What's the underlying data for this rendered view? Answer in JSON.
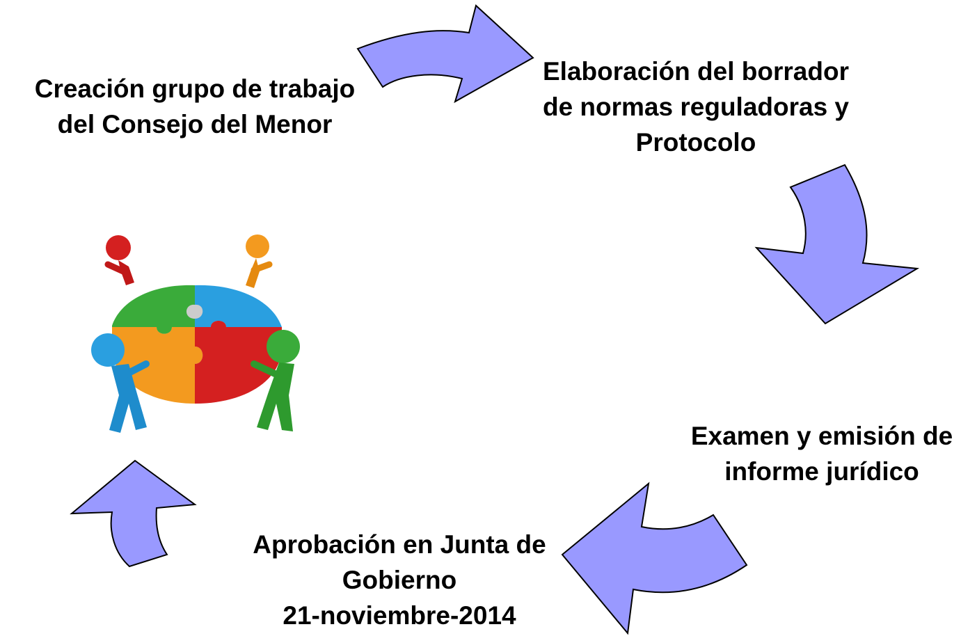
{
  "diagram": {
    "steps": [
      {
        "id": "s1",
        "lines": [
          "Creación grupo de trabajo",
          "del Consejo del Menor"
        ]
      },
      {
        "id": "s2",
        "lines": [
          "Elaboración del borrador",
          "de normas reguladoras y",
          "Protocolo"
        ]
      },
      {
        "id": "s3",
        "lines": [
          "Examen y emisión de",
          "informe jurídico"
        ]
      },
      {
        "id": "s4",
        "lines": [
          "Aprobación en Junta de",
          "Gobierno",
          "21-noviembre-2014"
        ]
      }
    ],
    "colors": {
      "arrow_fill": "#9999ff",
      "puzzle_red": "#d42020",
      "puzzle_blue": "#2a9fe0",
      "puzzle_green": "#3aab3a",
      "puzzle_orange": "#f39a1f"
    },
    "graphic": "team-puzzle-illustration"
  }
}
